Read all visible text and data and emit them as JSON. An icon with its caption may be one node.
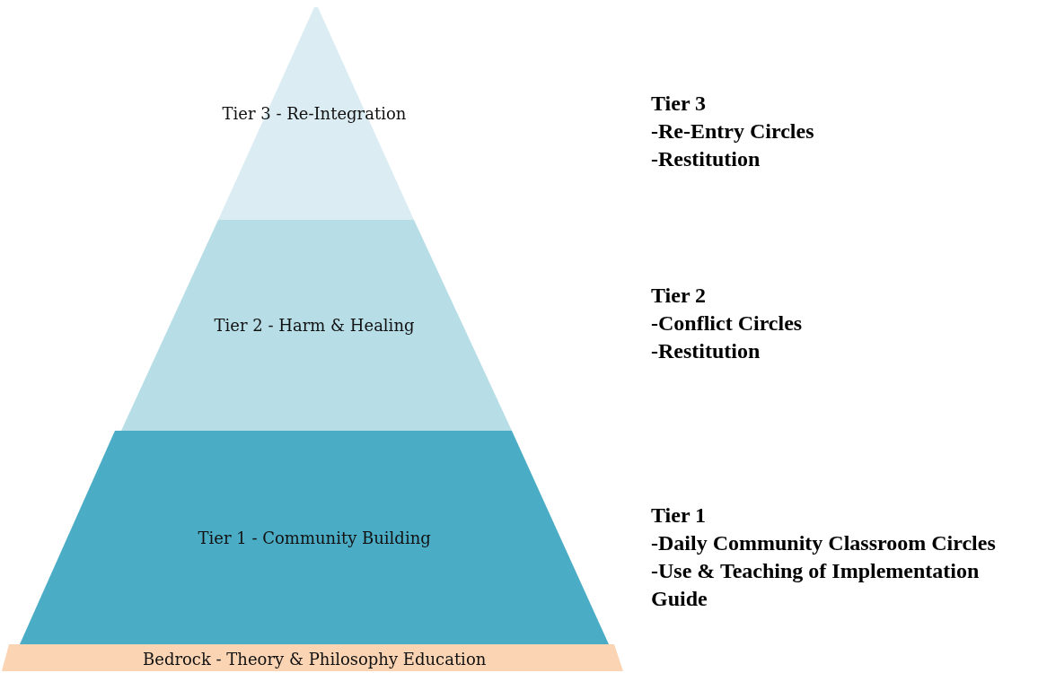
{
  "diagram": {
    "nodes": [
      {
        "text": [
          "Tier 3 - Re-Integration"
        ],
        "beside": [
          "Tier 3",
          "-Re-Entry Circles",
          "-Restitution"
        ]
      },
      {
        "text": [
          "Tier 2 - Harm & Healing"
        ],
        "beside": [
          "Tier 2",
          "-Conflict Circles",
          "-Restitution"
        ]
      },
      {
        "text": [
          "Tier 1 - Community Building"
        ],
        "beside": [
          "Tier 1",
          "-Daily Community Classroom Circles",
          "-Use & Teaching of Implementation Guide"
        ]
      },
      {
        "text": [
          "Bedrock - Theory & Philosophy Education"
        ]
      }
    ]
  }
}
